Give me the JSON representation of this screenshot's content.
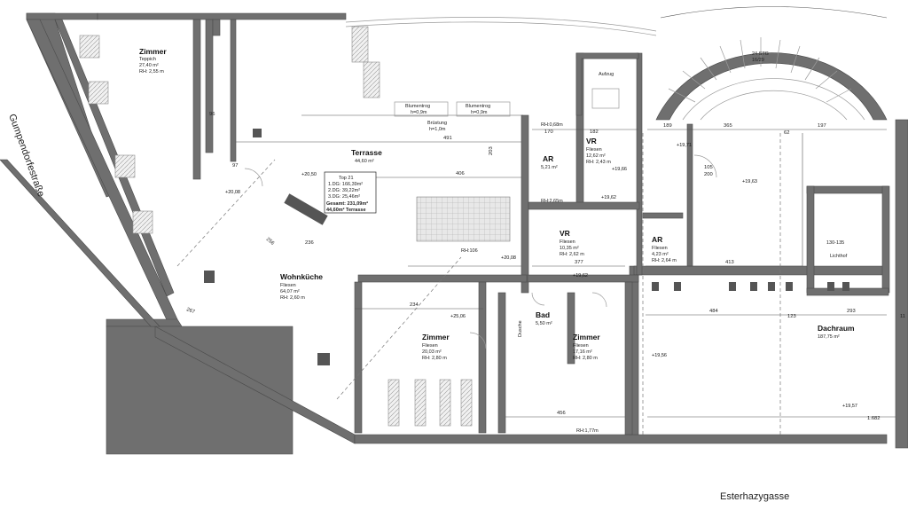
{
  "streets": {
    "left": "Gumpendorfestraße",
    "bottom": "Esterhazygasse"
  },
  "rooms": {
    "zimmer_top": {
      "name": "Zimmer",
      "floor": "Teppich",
      "area": "27,40 m²",
      "height": "RH: 2,55 m"
    },
    "terrasse": {
      "name": "Terrasse",
      "area": "44,60 m²"
    },
    "wohnkueche": {
      "name": "Wohnküche",
      "floor": "Fliesen",
      "area": "64,07 m²",
      "height": "RH: 2,60 m"
    },
    "ar_1": {
      "name": "AR",
      "area": "5,21 m²"
    },
    "vr_1": {
      "name": "VR",
      "floor": "Fliesen",
      "area": "12,62 m²",
      "height": "RH: 2,43 m"
    },
    "vr_2": {
      "name": "VR",
      "floor": "Fliesen",
      "area": "10,35 m²",
      "height": "RH: 2,62 m"
    },
    "ar_2": {
      "name": "AR",
      "floor": "Fliesen",
      "area": "4,23 m²",
      "height": "RH: 2,64 m"
    },
    "bad": {
      "name": "Bad",
      "area": "5,50 m²"
    },
    "zimmer_mid": {
      "name": "Zimmer",
      "floor": "Fliesen",
      "area": "20,03 m²",
      "height": "RH: 2,80 m"
    },
    "zimmer_right": {
      "name": "Zimmer",
      "floor": "Fliesen",
      "area": "17,16 m²",
      "height": "RH: 2,80 m"
    },
    "lichthof": {
      "name": "Lichthof",
      "dims": "130-135"
    },
    "dachraum": {
      "name": "Dachraum",
      "area": "187,75 m²"
    },
    "aufzug": {
      "name": "Aufzug"
    }
  },
  "top_box": {
    "title": "Top 21",
    "line1": "1.DG: 166,39m²",
    "line2": "2.DG: 39,22m²",
    "line3": "3.DG: 25,46m²",
    "total": "Gesamt: 231,09m²",
    "terrace": "44,60m² Terrasse"
  },
  "annotations": {
    "blumentrog": "Blumentrog",
    "blumentrog_h": "h=0,9m",
    "bruestung": "Brüstung",
    "bruestung_h": "h=1,0m",
    "rh_ar": "RH:2,65m",
    "rh_vr": "RH:0,68m",
    "rh_106": "RH:106",
    "rh_177": "RH:1,77m",
    "stair": "24 STG",
    "stair_dim": "16/29",
    "dusche": "Dusche"
  },
  "levels": [
    "+20,50",
    "+20,08",
    "+19,62",
    "+19,66",
    "+19,71",
    "+19,63",
    "+20,08",
    "+19,62",
    "+25,06",
    "+19,56",
    "+19,57"
  ],
  "dimensions": [
    "491",
    "406",
    "203",
    "377",
    "413",
    "484",
    "293",
    "365",
    "197",
    "189",
    "170",
    "182",
    "234",
    "456",
    "256",
    "267",
    "236",
    "1.682",
    "62",
    "11",
    "97",
    "123",
    "96",
    "105",
    "200"
  ]
}
